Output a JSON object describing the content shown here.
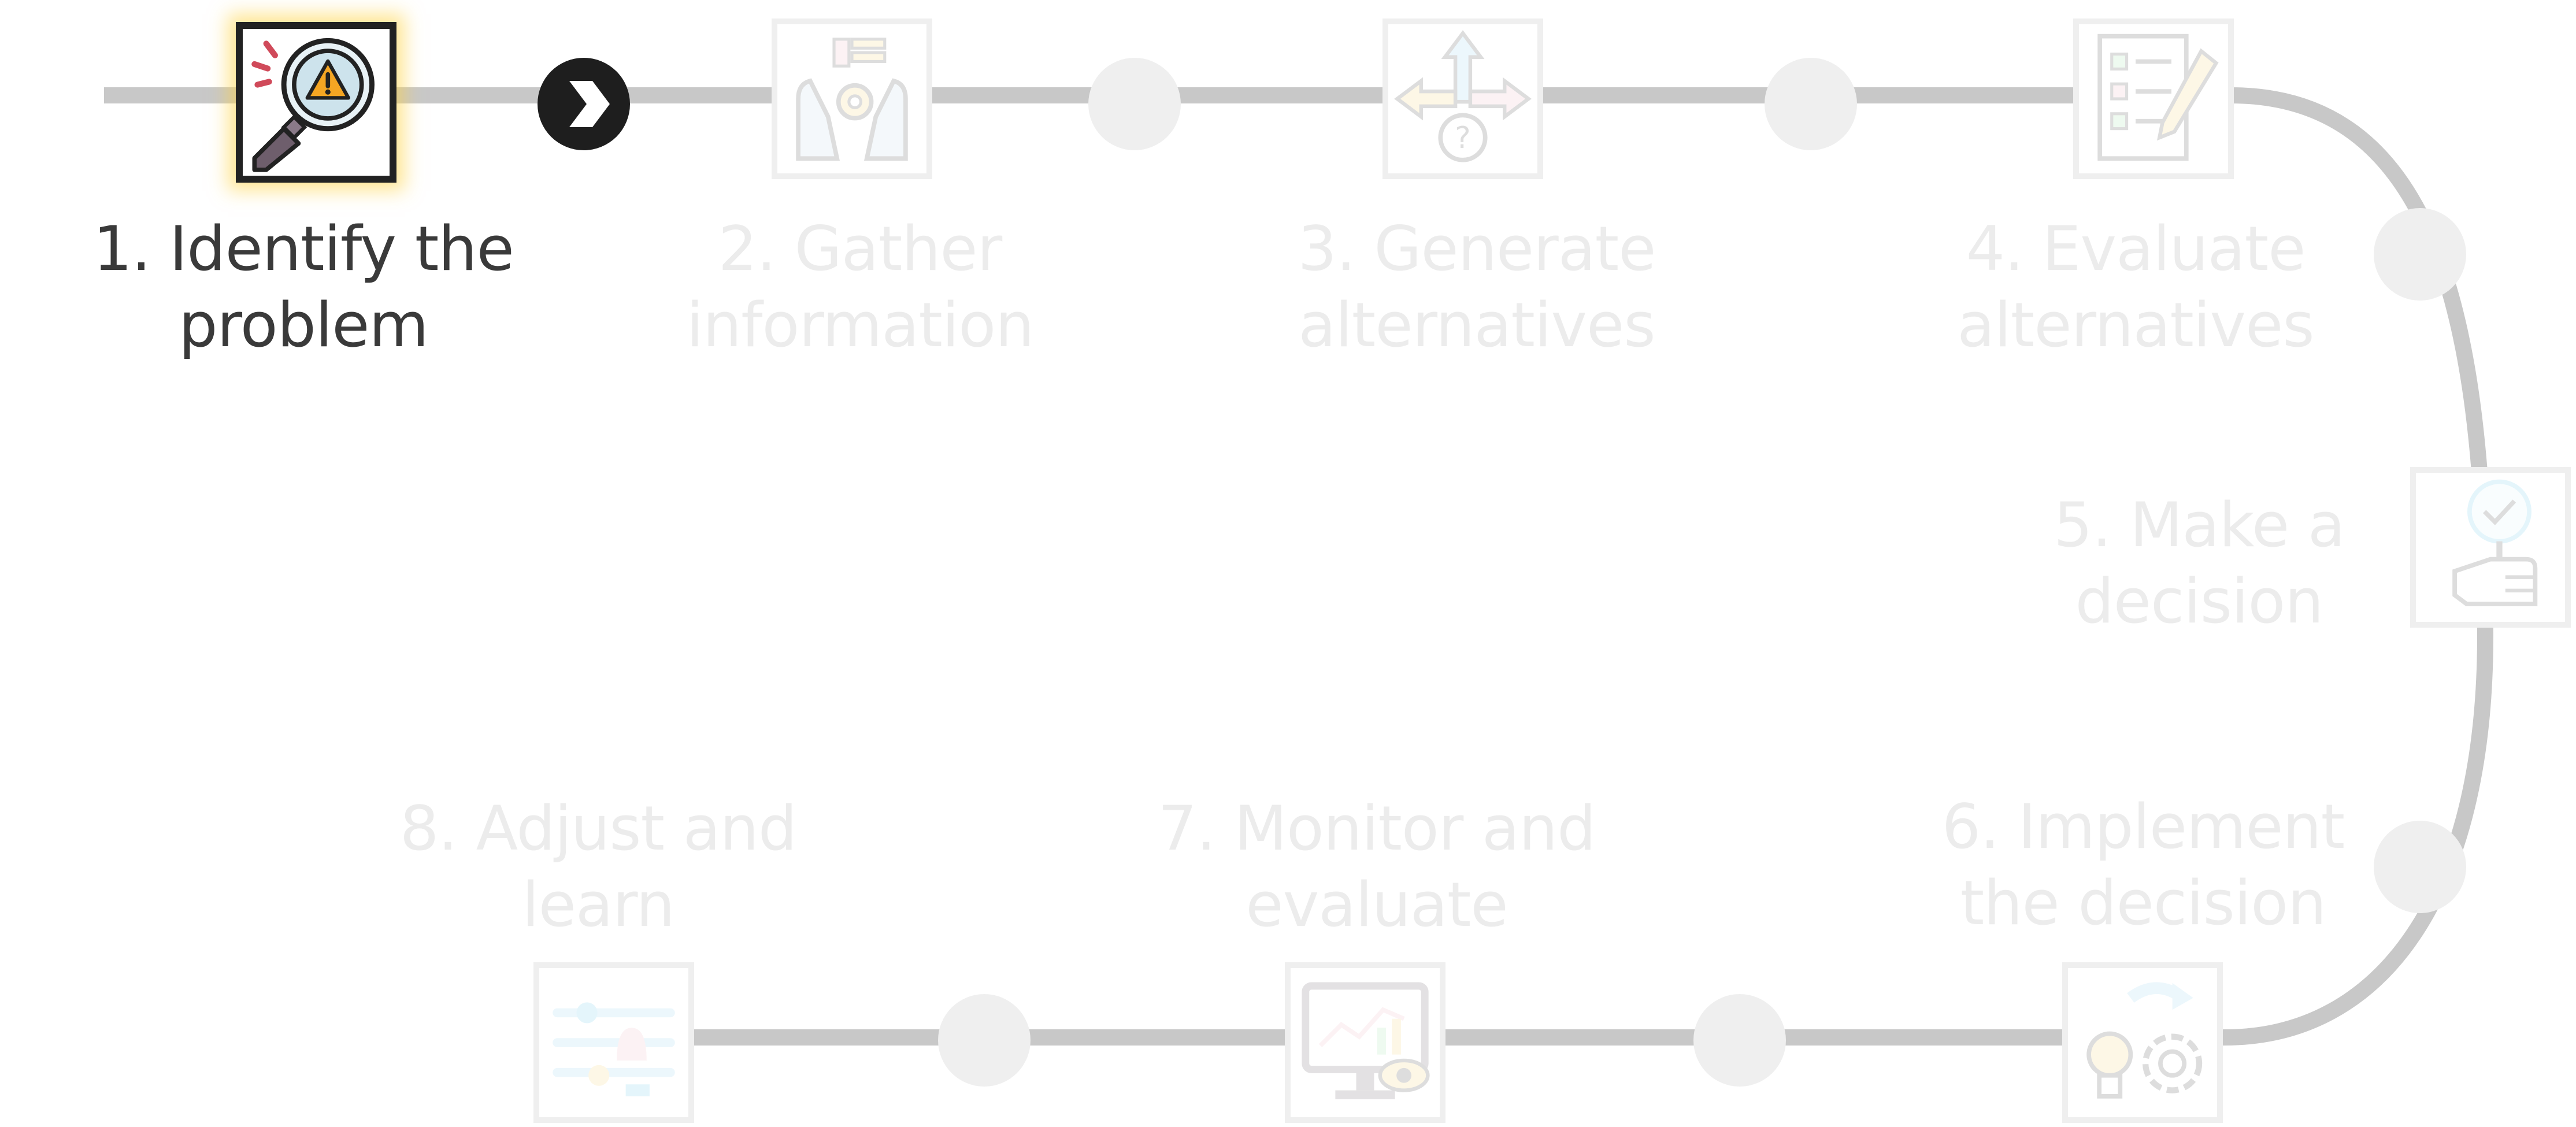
{
  "steps": [
    {
      "label_line1": "1. Identify the",
      "label_line2": "problem",
      "icon": "magnifier-warning-icon",
      "state": "active"
    },
    {
      "label_line1": "2. Gather",
      "label_line2": "information",
      "icon": "hands-data-gear-icon",
      "state": "inactive"
    },
    {
      "label_line1": "3. Generate",
      "label_line2": "alternatives",
      "icon": "crossroads-question-icon",
      "state": "inactive"
    },
    {
      "label_line1": "4. Evaluate",
      "label_line2": "alternatives",
      "icon": "checklist-pencil-icon",
      "state": "inactive"
    },
    {
      "label_line1": "5. Make a",
      "label_line2": "decision",
      "icon": "hand-check-sign-icon",
      "state": "inactive"
    },
    {
      "label_line1": "6. Implement",
      "label_line2": "the decision",
      "icon": "bulb-gear-icon",
      "state": "inactive"
    },
    {
      "label_line1": "7. Monitor and",
      "label_line2": "evaluate",
      "icon": "monitor-chart-eye-icon",
      "state": "inactive"
    },
    {
      "label_line1": "8. Adjust and",
      "label_line2": "learn",
      "icon": "sliders-adjust-icon",
      "state": "inactive"
    }
  ],
  "next_button_icon": "chevron-right-icon",
  "colors": {
    "track": "#c8c8c8",
    "node": "#efefef",
    "next_button": "#1e1e1e",
    "active_text": "#3a3a3a",
    "inactive_text": "#ececec",
    "highlight_glow": "#ffd23c"
  }
}
